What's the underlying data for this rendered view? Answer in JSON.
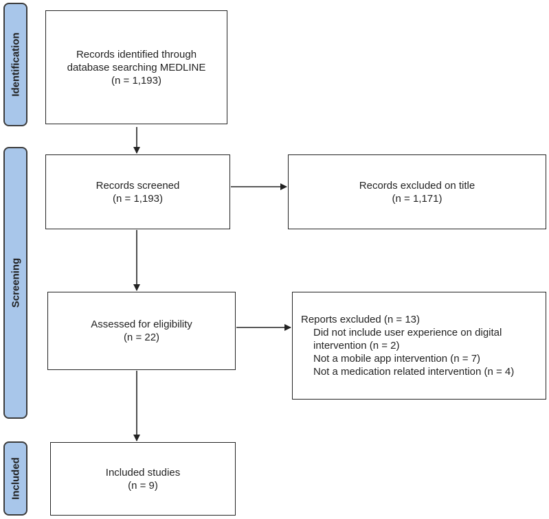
{
  "stages": {
    "identification": "Identification",
    "screening": "Screening",
    "included": "Included"
  },
  "boxes": {
    "records_identified": {
      "line1": "Records identified through",
      "line2": "database searching MEDLINE",
      "line3": "(n = 1,193)"
    },
    "records_screened": {
      "line1": "Records screened",
      "line2": "(n = 1,193)"
    },
    "records_excluded": {
      "line1": "Records excluded on title",
      "line2": "(n = 1,171)"
    },
    "assessed_eligibility": {
      "line1": "Assessed for eligibility",
      "line2": "(n = 22)"
    },
    "reports_excluded": {
      "heading": "Reports excluded (n = 13)",
      "reasons": [
        "Did not include user experience on digital",
        "intervention (n = 2)",
        "Not a mobile app intervention (n = 7)",
        "Not a medication related intervention (n = 4)"
      ]
    },
    "included_studies": {
      "line1": "Included studies",
      "line2": "(n = 9)"
    }
  },
  "colors": {
    "stage_fill": "#a8c6ea",
    "stroke": "#222222"
  }
}
